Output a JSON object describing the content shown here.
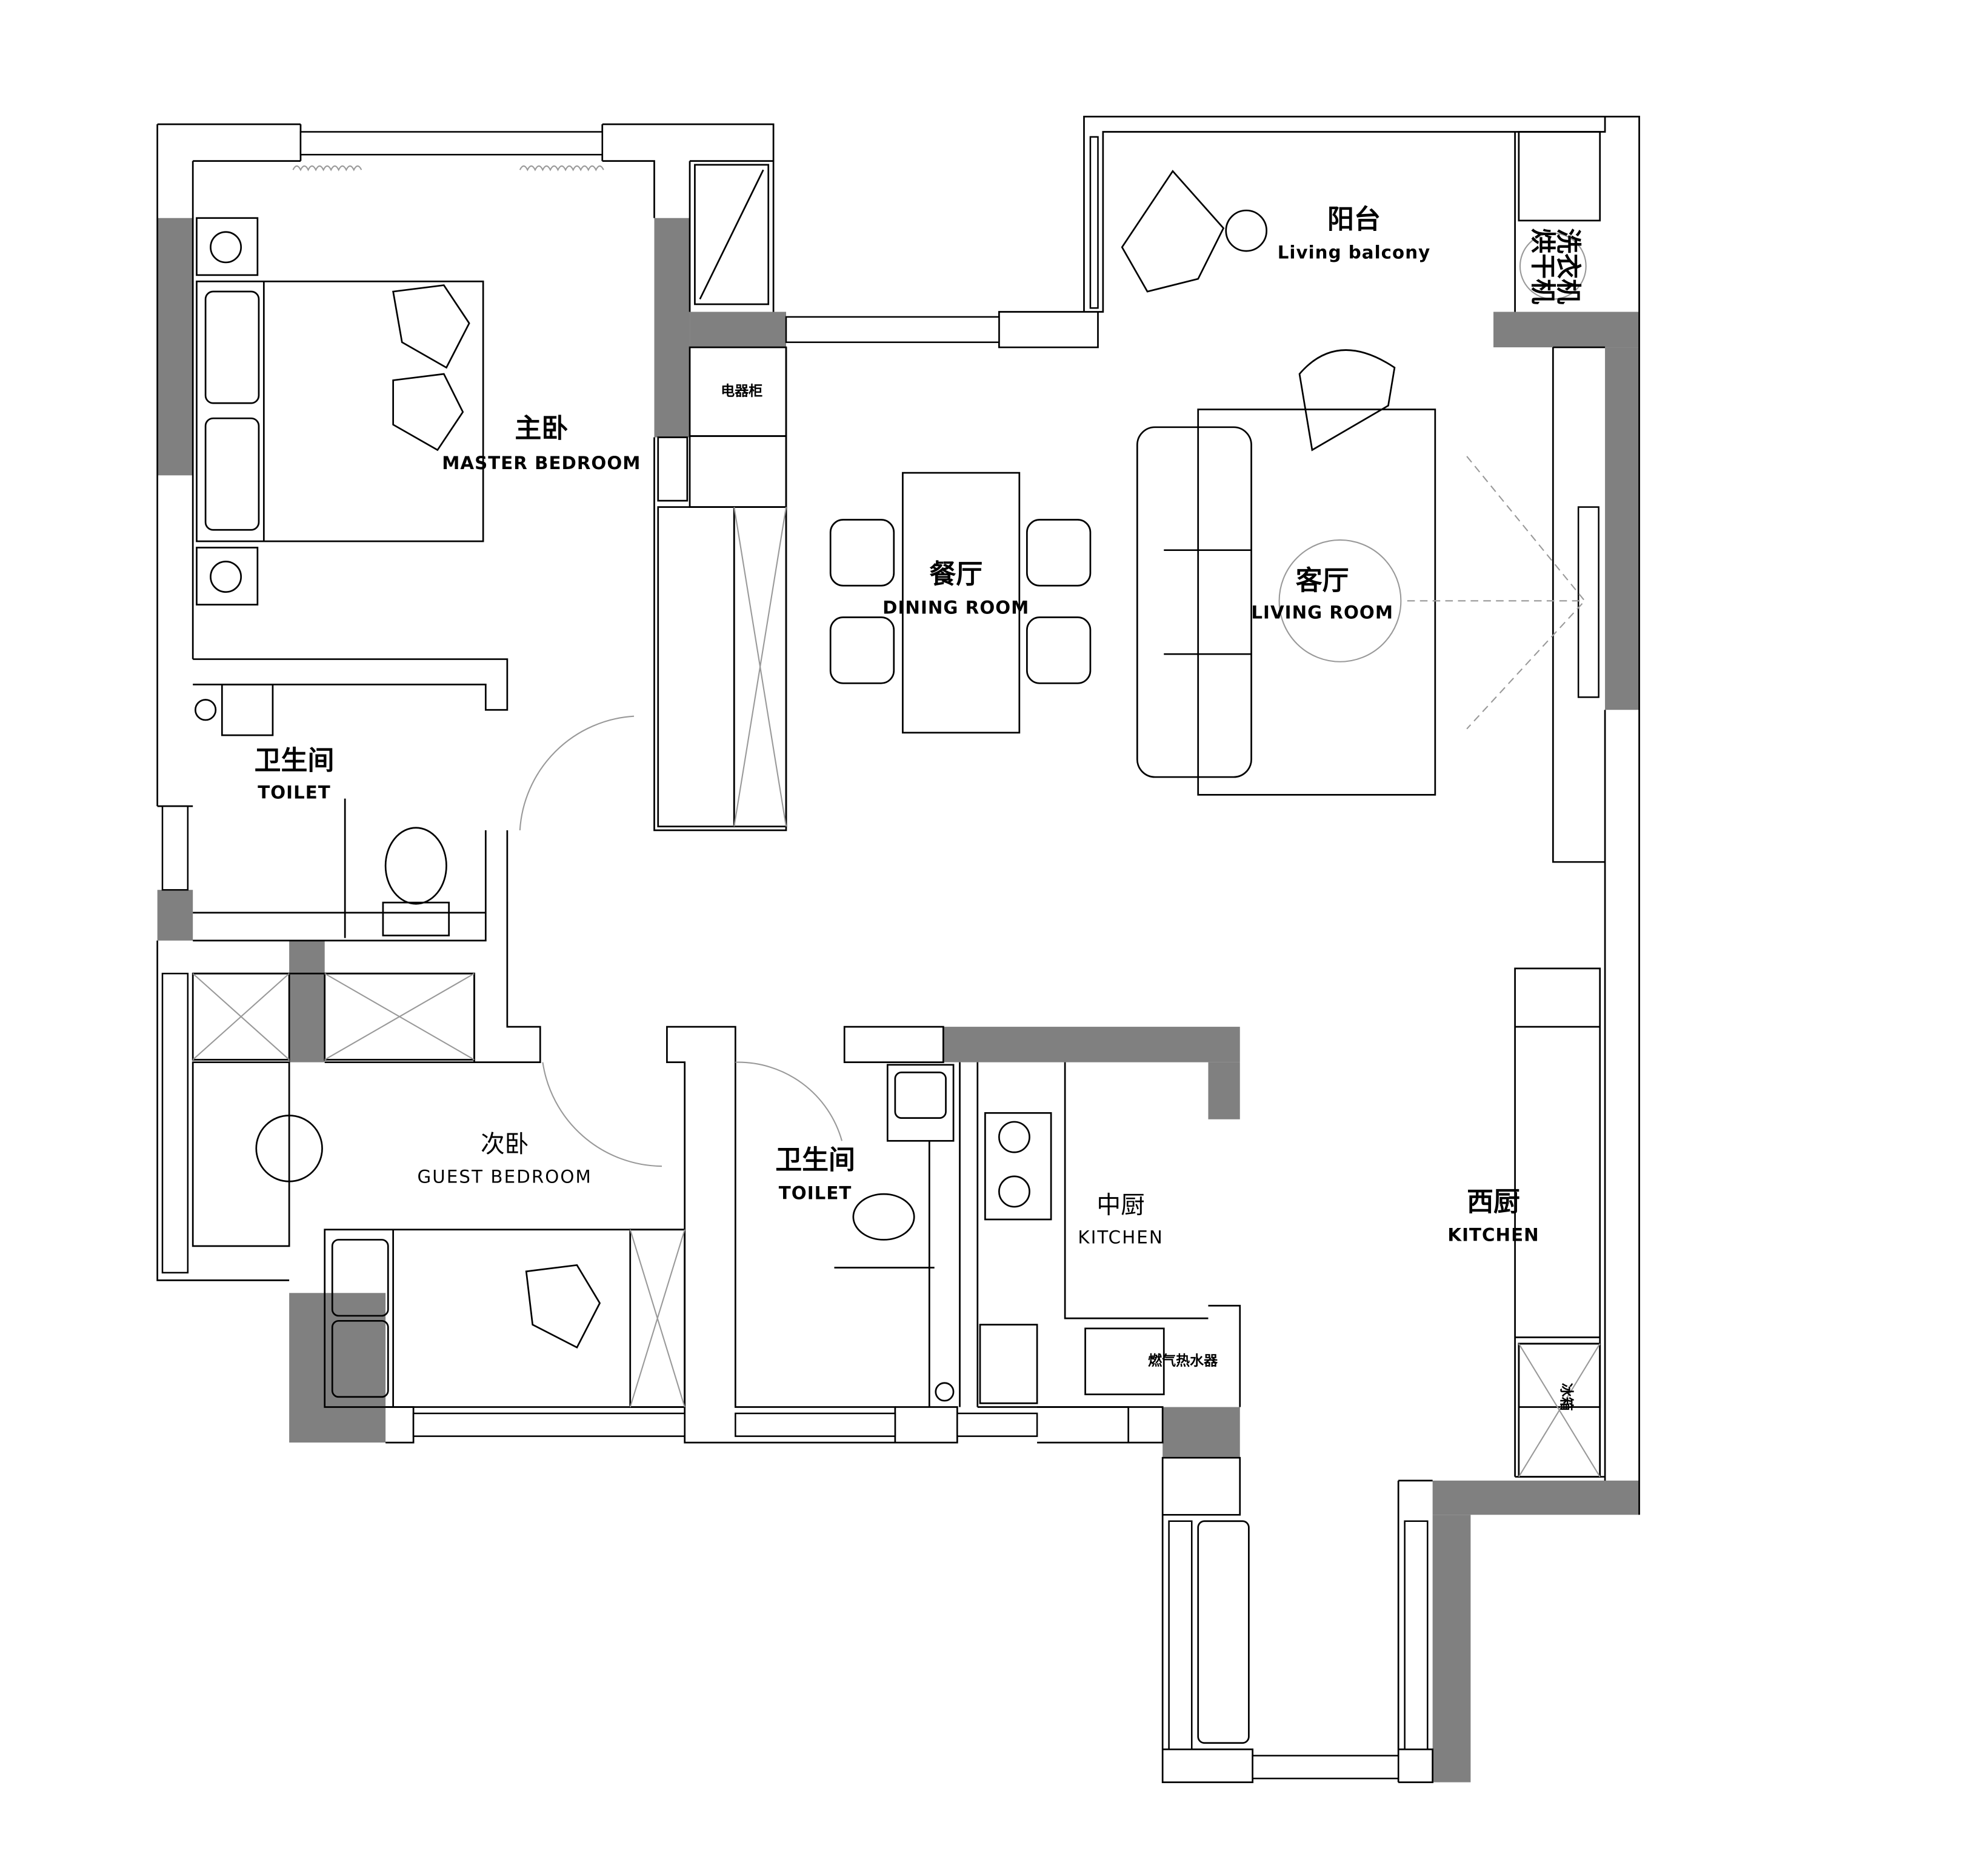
{
  "rooms": {
    "master_bedroom": {
      "cn": "主卧",
      "en": "MASTER BEDROOM"
    },
    "master_toilet": {
      "cn": "卫生间",
      "en": "TOILET"
    },
    "guest_bedroom": {
      "cn": "次卧",
      "en": "GUEST BEDROOM"
    },
    "guest_toilet": {
      "cn": "卫生间",
      "en": "TOILET"
    },
    "chinese_kitchen": {
      "cn": "中厨",
      "en": "KITCHEN"
    },
    "dining_room": {
      "cn": "餐厅",
      "en": "DINING ROOM"
    },
    "living_room": {
      "cn": "客厅",
      "en": "LIVING ROOM"
    },
    "balcony": {
      "cn": "阳台",
      "en": "Living balcony"
    },
    "western_kitchen": {
      "cn": "西厨",
      "en": "KITCHEN"
    }
  },
  "fixtures": {
    "appliance_cabinet": "电器柜",
    "washing_machine": "洗衣机",
    "dryer": "烘干机",
    "gas_water_heater": "燃气热水器",
    "refrigerator": "冰箱"
  },
  "colors": {
    "wall": "#000000",
    "column": "#808080",
    "background": "#ffffff"
  }
}
